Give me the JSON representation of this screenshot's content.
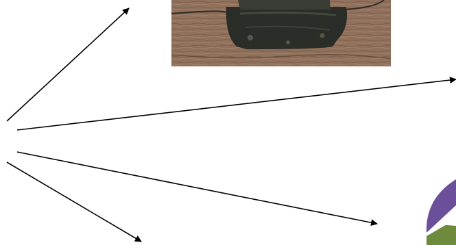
{
  "colors": {
    "background": "#ffffff",
    "arrow": "#000000",
    "photo_wood": "#8a6b57",
    "photo_wood_dark": "#5b4537",
    "photo_wood_light": "#b08f77",
    "phone_body": "#2b2d28",
    "phone_highlight": "#4b4f45",
    "logo_purple": "#6b4f9a",
    "logo_green": "#6e8a3c"
  },
  "images": {
    "top_photo": {
      "subject": "rotary-phone-on-wooden-floor"
    },
    "logo_partial": {
      "subject": "purple-and-green-circular-logo"
    }
  },
  "arrows": [
    {
      "name": "arrow-up-right",
      "direction": "up-right"
    },
    {
      "name": "arrow-right",
      "direction": "right"
    },
    {
      "name": "arrow-lower-right",
      "direction": "lower-right"
    },
    {
      "name": "arrow-down-right",
      "direction": "down-right"
    }
  ]
}
